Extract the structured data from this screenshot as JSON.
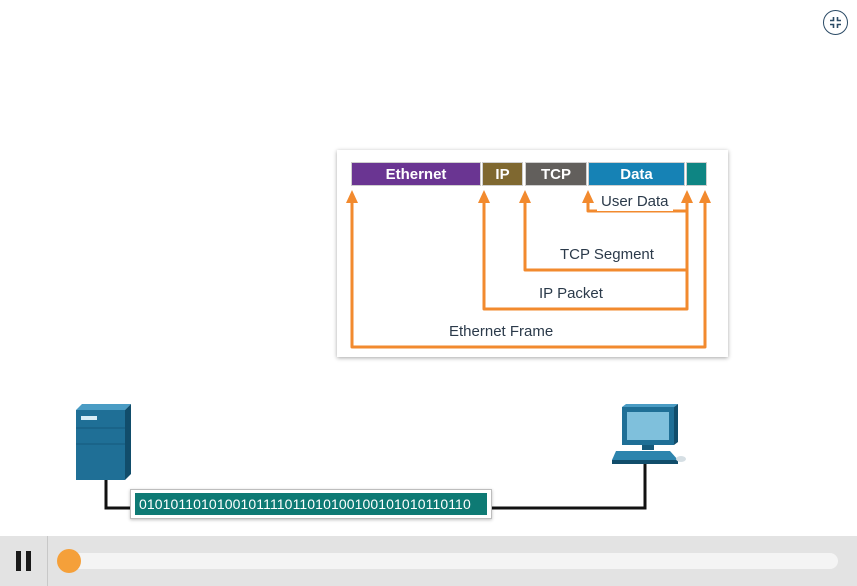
{
  "diagram": {
    "headers": [
      "Ethernet",
      "IP",
      "TCP",
      "Data"
    ],
    "labels": {
      "user_data": "User Data",
      "tcp_segment": "TCP Segment",
      "ip_packet": "IP Packet",
      "ethernet_frame": "Ethernet Frame"
    },
    "bitstream": "0101011010100101111011010100100101010110110"
  },
  "colors": {
    "ethernet": "#6a3592",
    "ip": "#7f6830",
    "tcp": "#625f5c",
    "data": "#1682b5",
    "trailer": "#0e8583",
    "arrow": "#f28a2e",
    "device": "#1f6f96"
  },
  "player": {
    "progress": 0.0
  }
}
